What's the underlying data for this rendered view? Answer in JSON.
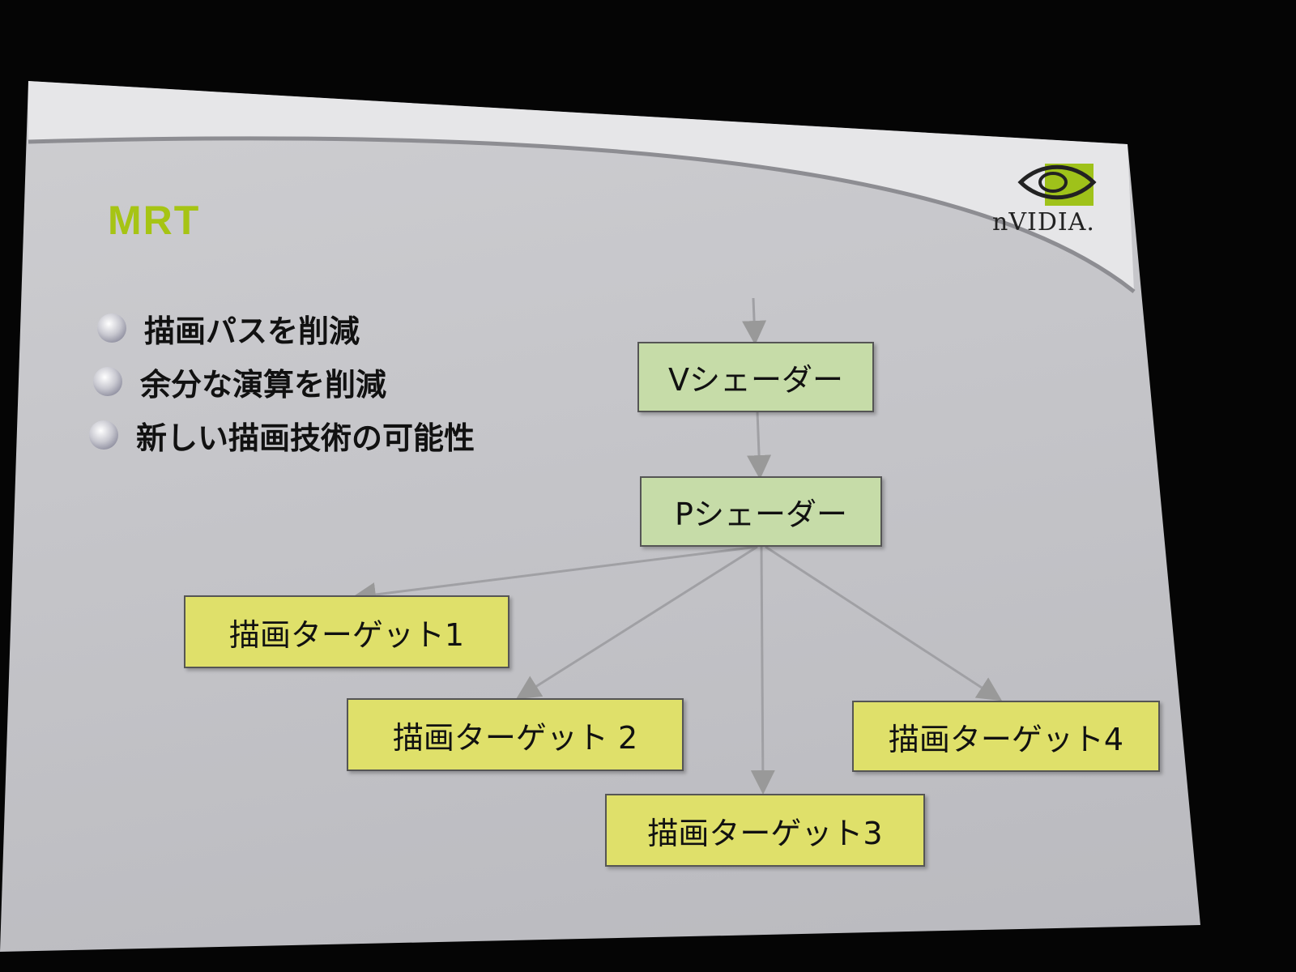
{
  "slide": {
    "title": "MRT",
    "logo_text": "nVIDIA.",
    "bullets": [
      "描画パスを削減",
      "余分な演算を削減",
      "新しい描画技術の可能性"
    ],
    "diagram": {
      "vertex_shader": "Vシェーダー",
      "pixel_shader": "Pシェーダー",
      "targets": [
        "描画ターゲット1",
        "描画ターゲット 2",
        "描画ターゲット3",
        "描画ターゲット4"
      ]
    },
    "colors": {
      "title": "#a6c414",
      "shader_box": "#c6dca8",
      "target_box": "#dfe06a",
      "logo_green": "#9fc21a"
    }
  }
}
